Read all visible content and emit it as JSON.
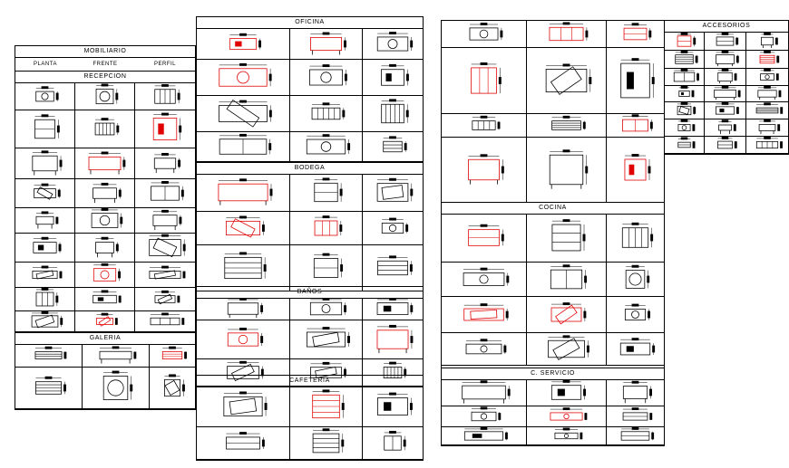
{
  "sheets": {
    "mobiliario": {
      "title": "MOBILIARIO",
      "columns": [
        "PLANTA",
        "FRENTE",
        "PERFIL"
      ],
      "sections": [
        "RECEPCION",
        "GALERIA"
      ]
    },
    "oficina": {
      "title": "OFICINA",
      "sections": [
        "BODEGA",
        "BAÑOS",
        "CAFETERIA"
      ]
    },
    "cocina_group": {
      "sections": [
        "COCINA",
        "C. SERVICIO"
      ]
    },
    "accesorios": {
      "title": "ACCESORIOS"
    }
  },
  "colors": {
    "line": "#000000",
    "accent": "#e00000",
    "background": "#ffffff"
  }
}
